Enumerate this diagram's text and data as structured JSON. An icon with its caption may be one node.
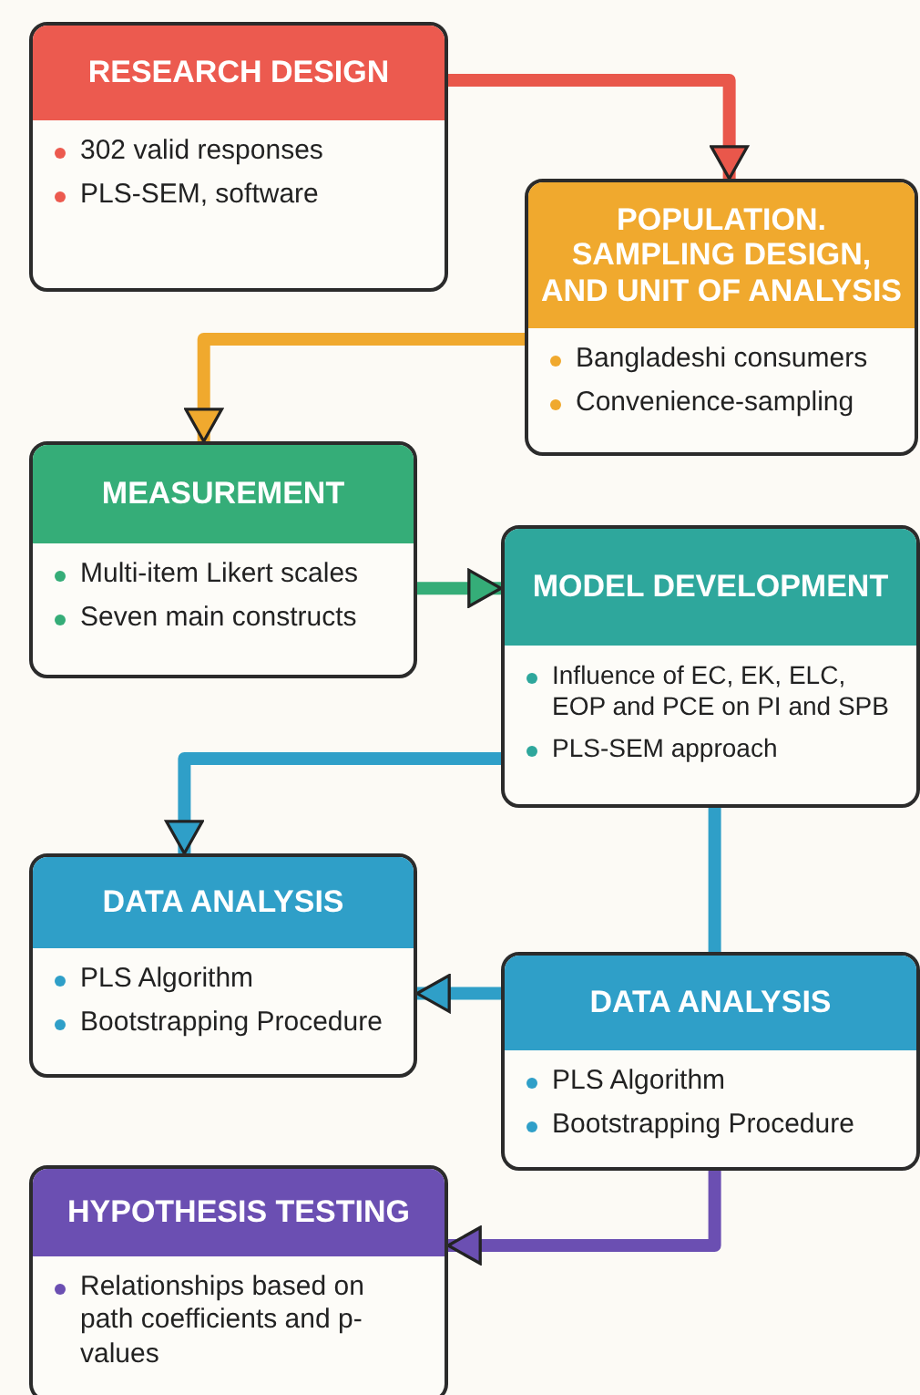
{
  "diagram": {
    "nodes": [
      {
        "text": [
          "RESEARCH DESIGN",
          "302 valid responses",
          "PLS-SEM, software"
        ]
      },
      {
        "text": [
          "POPULATION. SAMPLING DESIGN, AND UNIT OF ANALYSIS",
          "Bangladeshi consumers",
          "Convenience-sampling"
        ]
      },
      {
        "text": [
          "MEASUREMENT",
          "Multi-item Likert scales",
          "Seven main constructs"
        ]
      },
      {
        "text": [
          "MODEL DEVELOPMENT",
          "Influence of EC, EK, ELC, EOP and PCE on PI and SPB",
          "PLS-SEM approach"
        ]
      },
      {
        "text": [
          "DATA ANALYSIS",
          "PLS Algorithm",
          "Bootstrapping Procedure"
        ]
      },
      {
        "text": [
          "DATA ANALYSIS",
          "PLS Algorithm",
          "Bootstrapping Procedure"
        ]
      },
      {
        "text": [
          "HYPOTHESIS TESTING",
          "Relationships based on path coefficients and p-values"
        ]
      }
    ],
    "edges": [
      {
        "from": 0,
        "to": 1,
        "arrow": "to",
        "color": "#e9574b"
      },
      {
        "from": 1,
        "to": 2,
        "arrow": "to",
        "color": "#f0a92e"
      },
      {
        "from": 2,
        "to": 3,
        "arrow": "to",
        "color": "#35ad78"
      },
      {
        "from": 3,
        "to": 4,
        "arrow": "to"
      },
      {
        "from": 3,
        "to": 5,
        "arrow": "none"
      },
      {
        "from": 5,
        "to": 4,
        "arrow": "to"
      },
      {
        "from": 5,
        "to": 6,
        "arrow": "to",
        "color": "#6b4fb2"
      }
    ]
  }
}
